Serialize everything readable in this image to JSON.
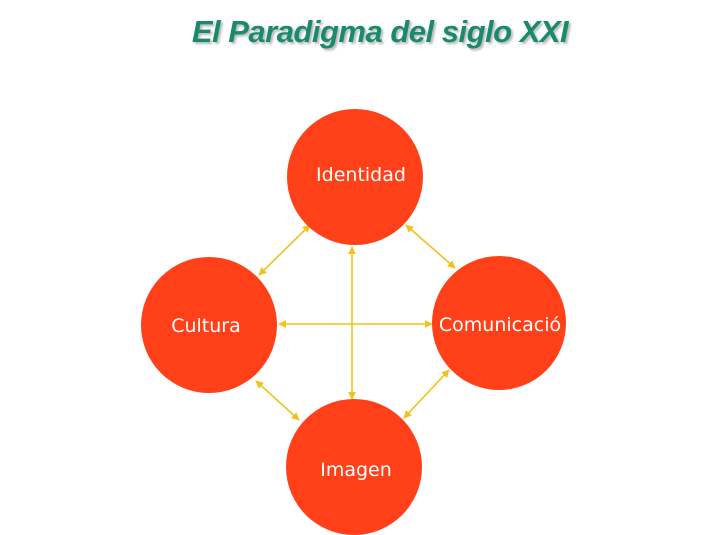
{
  "title": "El Paradigma del siglo XXI",
  "colors": {
    "title": "#1a8a6c",
    "node_fill": "#ff4019",
    "connector": "#f2c21b",
    "label": "#ffffff"
  },
  "nodes": {
    "identidad": "Identidad",
    "cultura": "Cultura",
    "comunicacion": "Comunicació",
    "imagen": "Imagen"
  }
}
